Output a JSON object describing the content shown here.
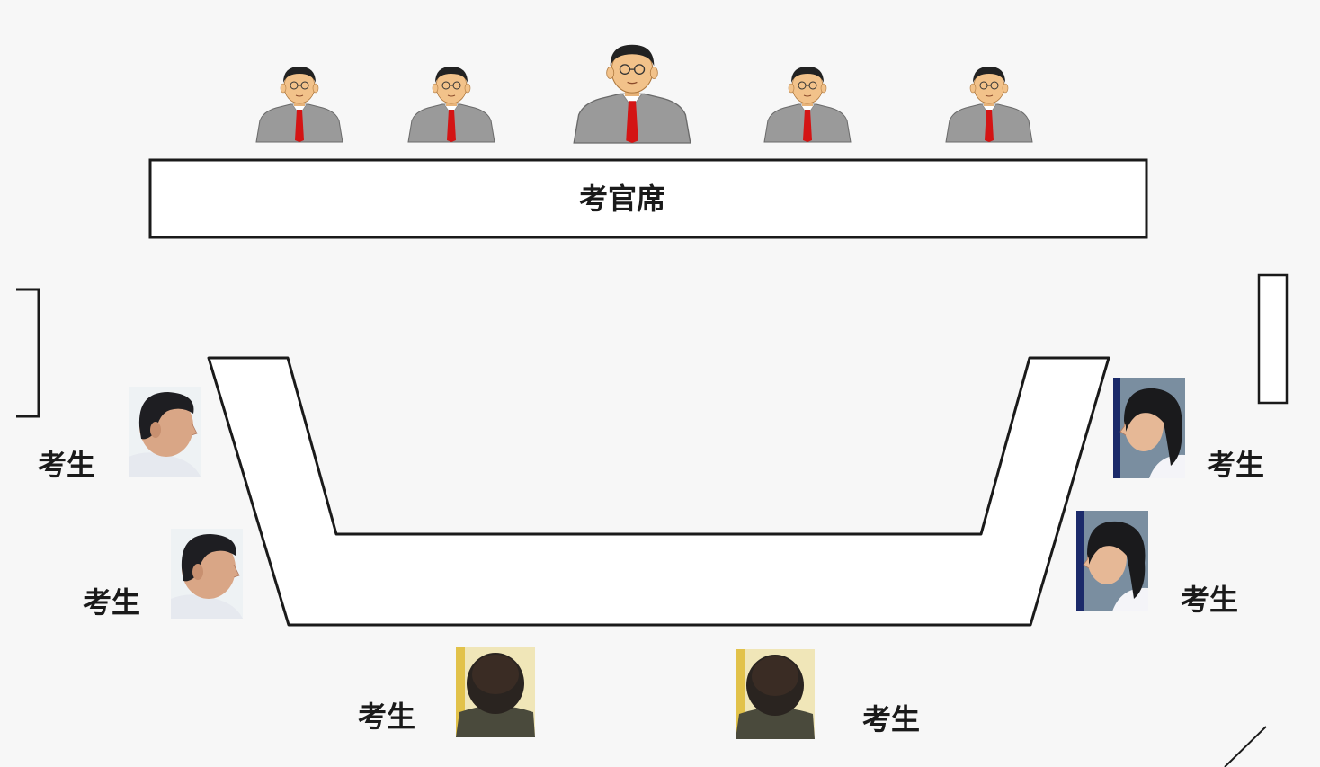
{
  "diagram": {
    "examiner_table_label": "考官席",
    "candidate_labels": [
      "考生",
      "考生",
      "考生",
      "考生",
      "考生",
      "考生"
    ],
    "examiner_count": 5,
    "colors": {
      "background": "#f7f7f7",
      "line": "#1a1a1a",
      "suit": "#9a9a9a",
      "skin": "#f2c28a",
      "tie": "#d41414",
      "hair": "#222222"
    }
  }
}
